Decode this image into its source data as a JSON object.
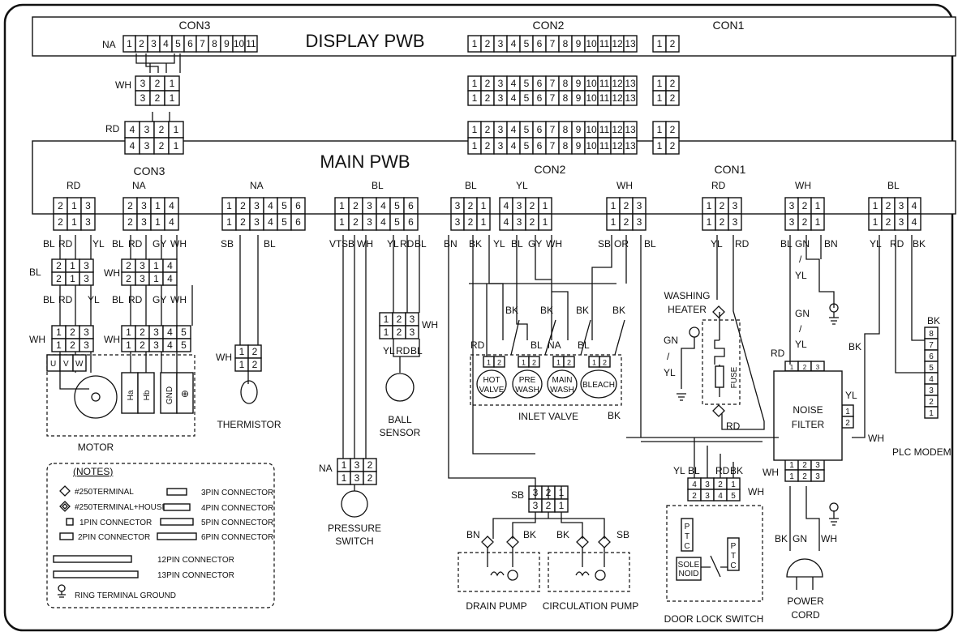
{
  "boards": {
    "display": "DISPLAY PWB",
    "main": "MAIN PWB"
  },
  "connectors": {
    "con3": "CON3",
    "con2": "CON2",
    "con1": "CON1",
    "na": "NA"
  },
  "pins": {
    "p11": [
      "1",
      "2",
      "3",
      "4",
      "5",
      "6",
      "7",
      "8",
      "9",
      "10",
      "11"
    ],
    "p12": [
      "1",
      "2"
    ],
    "p13": [
      "1",
      "2",
      "3",
      "4",
      "5",
      "6",
      "7",
      "8",
      "9",
      "10",
      "11",
      "12",
      "13"
    ],
    "p321": [
      "3",
      "2",
      "1"
    ],
    "p4321": [
      "4",
      "3",
      "2",
      "1"
    ],
    "p213": [
      "2",
      "1",
      "3"
    ],
    "p2314": [
      "2",
      "3",
      "1",
      "4"
    ],
    "p123456": [
      "1",
      "2",
      "3",
      "4",
      "5",
      "6"
    ],
    "p123": [
      "1",
      "2",
      "3"
    ],
    "p1234": [
      "1",
      "2",
      "3",
      "4"
    ],
    "p12345": [
      "1",
      "2",
      "3",
      "4",
      "5"
    ],
    "p132": [
      "1",
      "3",
      "2"
    ],
    "p2345": [
      "2",
      "3",
      "4",
      "5"
    ],
    "plc": [
      "8",
      "7",
      "6",
      "5",
      "4",
      "3",
      "2",
      "1"
    ]
  },
  "colors": {
    "RD": "RD",
    "NA": "NA",
    "BL": "BL",
    "YL": "YL",
    "WH": "WH",
    "BK": "BK",
    "GY": "GY",
    "SB": "SB",
    "VT": "VT",
    "BN": "BN",
    "OR": "OR",
    "GN": "GN",
    "slash": "/"
  },
  "components": {
    "motor": "MOTOR",
    "motor_u": "U",
    "motor_v": "V",
    "motor_w": "W",
    "ha": "Ha",
    "hb": "Hb",
    "gnd": "GND",
    "thermistor": "THERMISTOR",
    "ball_sensor_1": "BALL",
    "ball_sensor_2": "SENSOR",
    "pressure_switch_1": "PRESSURE",
    "pressure_switch_2": "SWITCH",
    "hot_1": "HOT",
    "hot_2": "VALVE",
    "pre_1": "PRE",
    "pre_2": "WASH",
    "main_1": "MAIN",
    "main_2": "WASH",
    "bleach": "BLEACH",
    "inlet_valve": "INLET VALVE",
    "washing_heater_1": "WASHING",
    "washing_heater_2": "HEATER",
    "fuse": "FUSE",
    "noise_filter_1": "NOISE",
    "noise_filter_2": "FILTER",
    "plc_modem": "PLC MODEM",
    "drain_pump": "DRAIN PUMP",
    "circulation_pump": "CIRCULATION PUMP",
    "door_lock_switch": "DOOR LOCK SWITCH",
    "ptc": [
      "P",
      "T",
      "C"
    ],
    "sole": "SOLE",
    "noid": "NOID",
    "power_cord_1": "POWER",
    "power_cord_2": "CORD"
  },
  "notes": {
    "title": "(NOTES)",
    "terminal_250": "#250TERMINAL",
    "terminal_250_housing": "#250TERMINAL+HOUSING",
    "pin1": "1PIN CONNECTOR",
    "pin2": "2PIN CONNECTOR",
    "pin3": "3PIN CONNECTOR",
    "pin4": "4PIN CONNECTOR",
    "pin5": "5PIN CONNECTOR",
    "pin6": "6PIN CONNECTOR",
    "pin12": "12PIN CONNECTOR",
    "pin13": "13PIN CONNECTOR",
    "ring_ground": "RING TERMINAL GROUND"
  }
}
